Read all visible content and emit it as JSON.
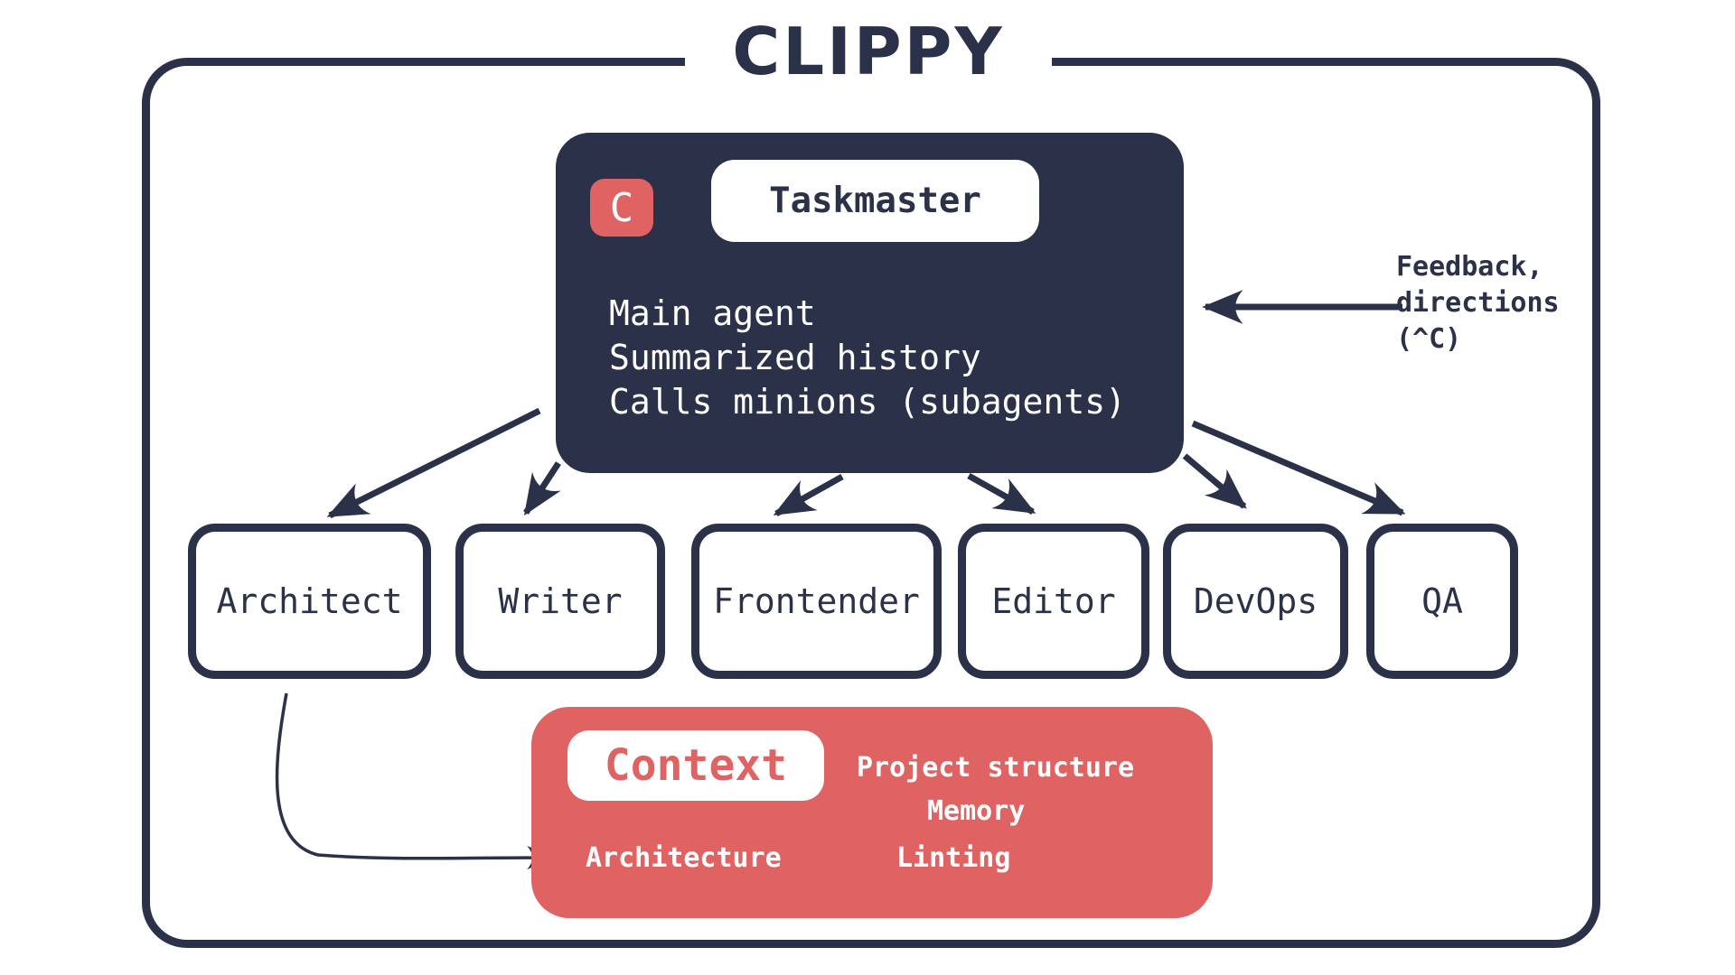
{
  "title": "CLIPPY",
  "colors": {
    "navy": "#2b3148",
    "coral": "#e06363",
    "background": "#ffffff"
  },
  "taskmaster": {
    "badge": "C",
    "label": "Taskmaster",
    "lines": [
      "Main agent",
      "Summarized history",
      "Calls minions (subagents)"
    ]
  },
  "feedback_note": {
    "lines": [
      "Feedback,",
      "directions",
      "(^C)"
    ]
  },
  "subagents": [
    "Architect",
    "Writer",
    "Frontender",
    "Editor",
    "DevOps",
    "QA"
  ],
  "context": {
    "label": "Context",
    "items": [
      "Project structure",
      "Memory",
      "Architecture",
      "Linting"
    ]
  }
}
